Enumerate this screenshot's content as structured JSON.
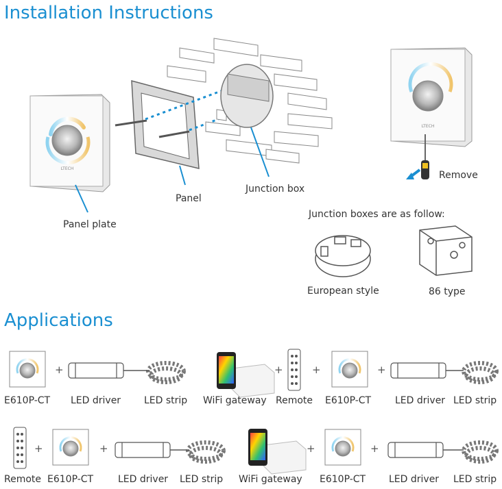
{
  "install": {
    "title": "Installation Instructions",
    "labels": {
      "panel_plate": "Panel plate",
      "panel": "Panel",
      "junction_box": "Junction box",
      "remove": "Remove",
      "follow": "Junction boxes are as follow:",
      "european": "European style",
      "type86": "86 type"
    },
    "device_brand": "LTECH"
  },
  "applications": {
    "title": "Applications",
    "plus": "+",
    "row1": {
      "group1": [
        "E610P-CT",
        "LED driver",
        "LED strip"
      ],
      "group2": [
        "WiFi gateway",
        "Remote",
        "E610P-CT",
        "LED driver",
        "LED strip"
      ]
    },
    "row2": {
      "group1": [
        "Remote",
        "E610P-CT",
        "LED driver",
        "LED strip"
      ],
      "group2": [
        "WiFi gateway",
        "E610P-CT",
        "LED driver",
        "LED strip"
      ]
    }
  },
  "colors": {
    "accent": "#1a8fd1",
    "line": "#555555"
  }
}
